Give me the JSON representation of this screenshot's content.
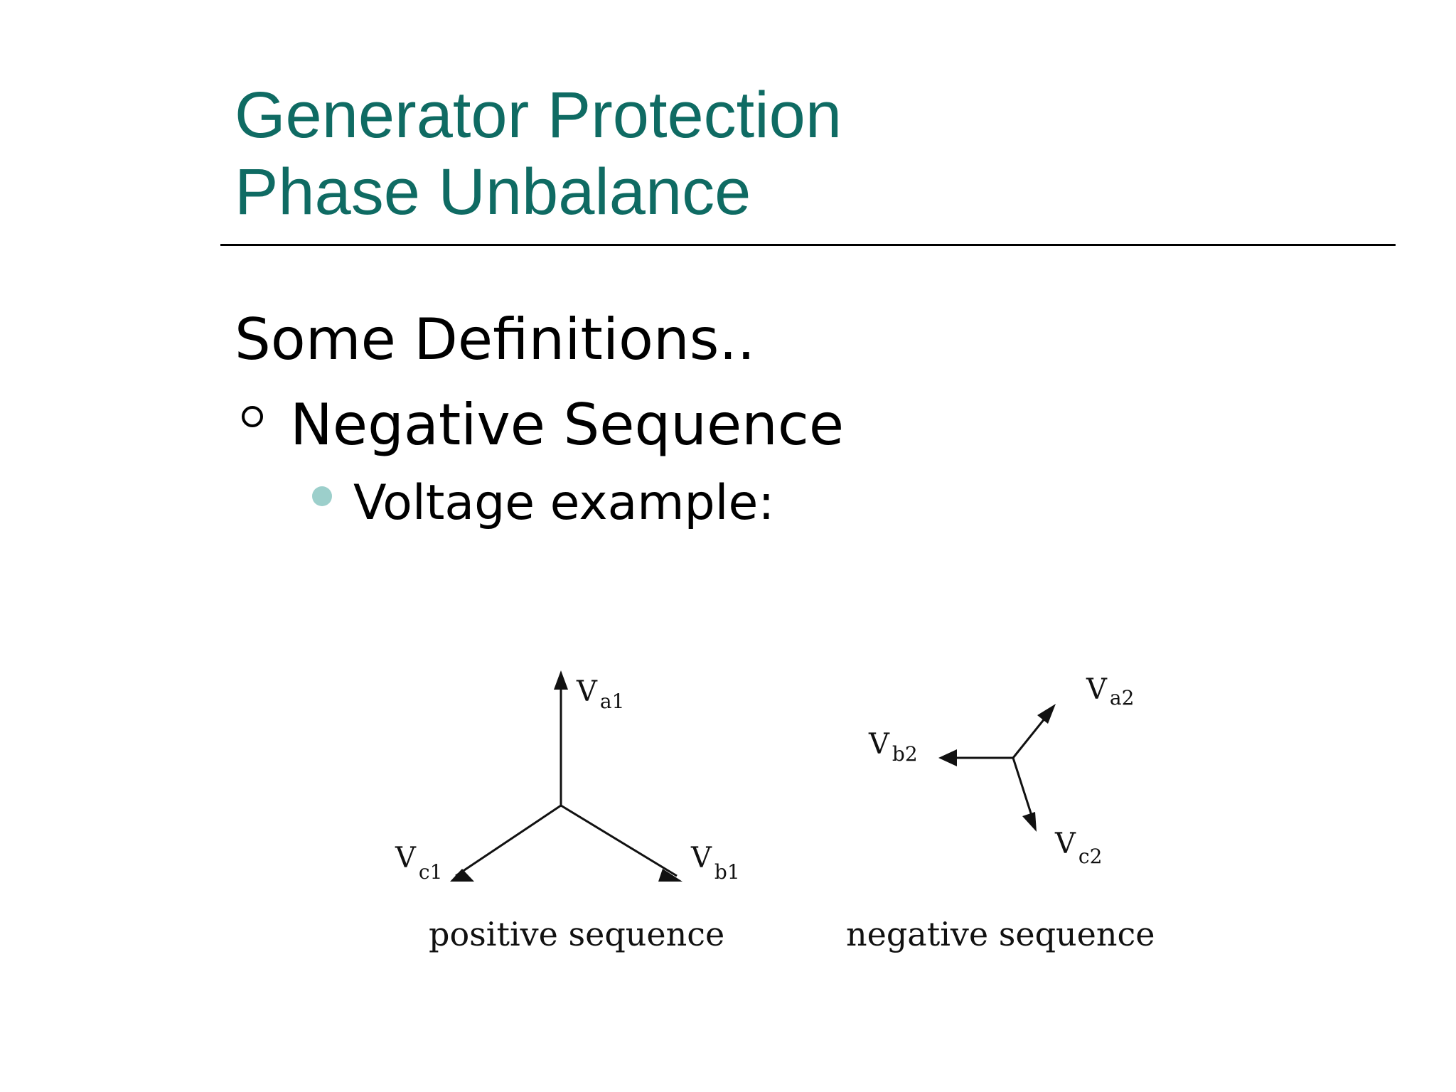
{
  "title": {
    "line1": "Generator Protection",
    "line2": "Phase Unbalance"
  },
  "heading": "Some Definitions..",
  "bullet_level1": "Negative Sequence",
  "bullet_level2": "Voltage example:",
  "diagram": {
    "positive": {
      "caption": "positive sequence",
      "phasors": [
        {
          "main": "V",
          "sub": "a1"
        },
        {
          "main": "V",
          "sub": "b1"
        },
        {
          "main": "V",
          "sub": "c1"
        }
      ]
    },
    "negative": {
      "caption": "negative sequence",
      "phasors": [
        {
          "main": "V",
          "sub": "a2"
        },
        {
          "main": "V",
          "sub": "b2"
        },
        {
          "main": "V",
          "sub": "c2"
        }
      ]
    }
  },
  "colors": {
    "title": "#0f6b63",
    "bullet_level2": "#9ccfcb",
    "text": "#000000"
  }
}
